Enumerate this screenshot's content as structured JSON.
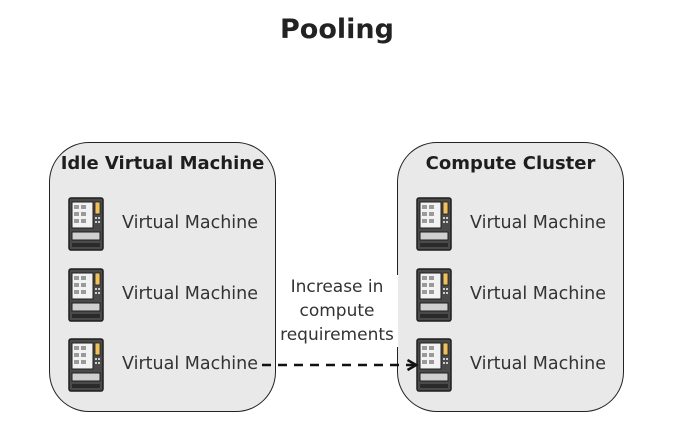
{
  "title": "Pooling",
  "colors": {
    "panel_fill": "#e9e9e9",
    "outline": "#222222",
    "text": "#333333"
  },
  "panels": [
    {
      "title": "Idle Virtual Machine",
      "items": [
        {
          "label": "Virtual Machine",
          "icon": "vending-machine-icon"
        },
        {
          "label": "Virtual Machine",
          "icon": "vending-machine-icon"
        },
        {
          "label": "Virtual Machine",
          "icon": "vending-machine-icon"
        }
      ]
    },
    {
      "title": "Compute Cluster",
      "items": [
        {
          "label": "Virtual Machine",
          "icon": "vending-machine-icon"
        },
        {
          "label": "Virtual Machine",
          "icon": "vending-machine-icon"
        },
        {
          "label": "Virtual Machine",
          "icon": "vending-machine-icon"
        }
      ]
    }
  ],
  "edge": {
    "label_lines": [
      "Increase in",
      "compute",
      "requirements"
    ],
    "style": "dashed-arrow"
  }
}
